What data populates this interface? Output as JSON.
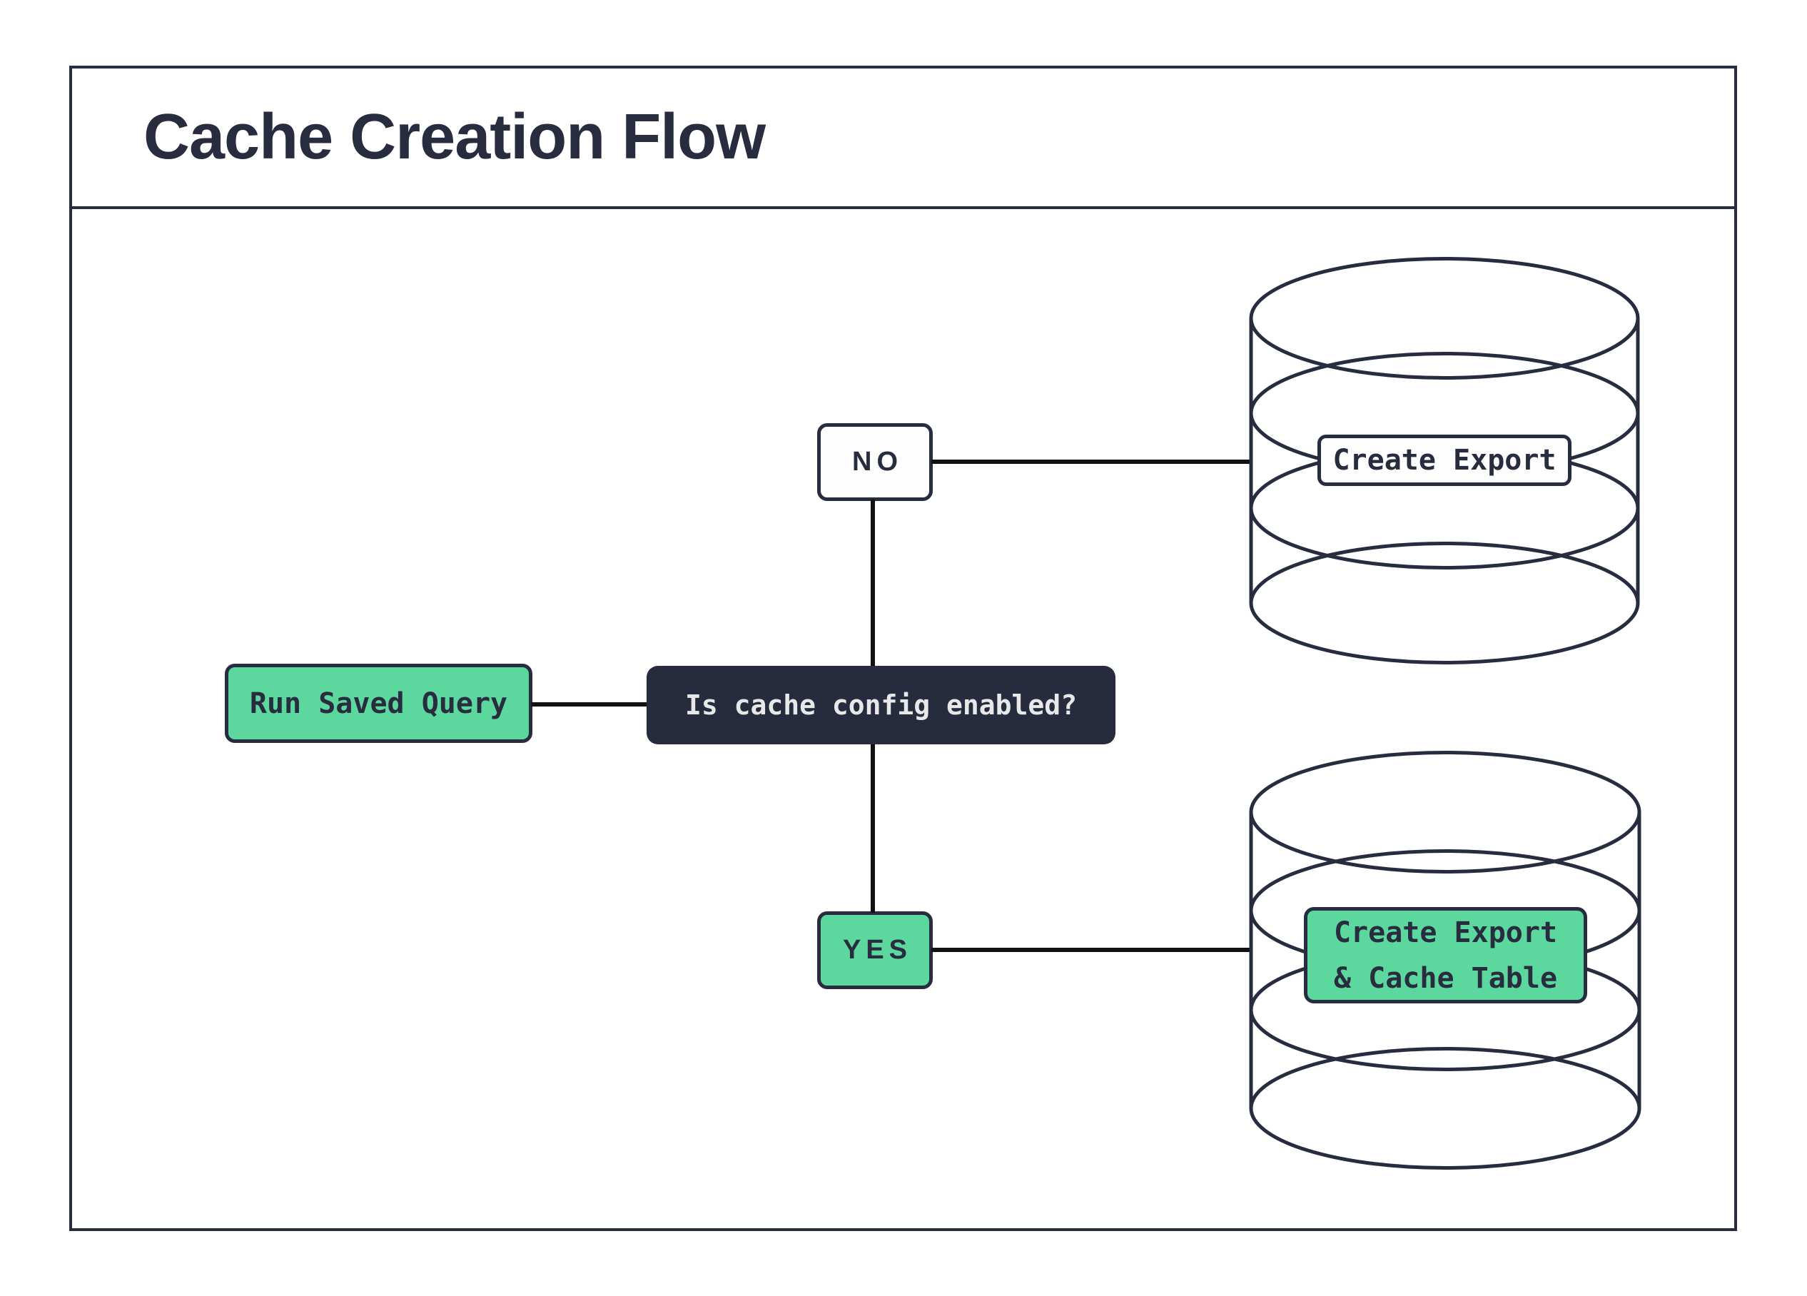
{
  "page": {
    "title": "Cache Creation Flow"
  },
  "diagram": {
    "start_node": "Run Saved Query",
    "decision_node": "Is cache config enabled?",
    "no_branch": "NO",
    "yes_branch": "YES",
    "no_result": "Create Export",
    "yes_result_line1": "Create Export",
    "yes_result_line2": "& Cache Table"
  },
  "colors": {
    "accent_green": "#5CD79E",
    "navy_ink": "#272D3F",
    "decision_bg": "#262C3E",
    "decision_text": "#E8E8E8",
    "connector": "#111111",
    "background": "#FFFFFF"
  }
}
